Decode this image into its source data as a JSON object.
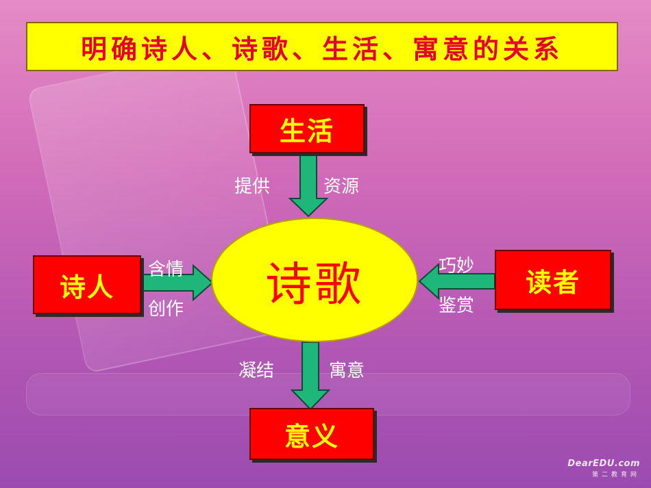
{
  "title": "明确诗人、诗歌、生活、寓意的关系",
  "nodes": {
    "life": "生活",
    "poet": "诗人",
    "poem": "诗歌",
    "reader": "读者",
    "meaning": "意义"
  },
  "edges": {
    "life_to_poem": {
      "left": "提供",
      "right": "资源"
    },
    "poet_to_poem": {
      "top": "含情",
      "bottom": "创作"
    },
    "reader_to_poem": {
      "top": "巧妙",
      "bottom": "鉴赏"
    },
    "poem_to_meaning": {
      "left": "凝结",
      "right": "寓意"
    }
  },
  "watermark": {
    "line1": "DearEDU.com",
    "line2": "第二教育网"
  },
  "colors": {
    "title_bg": "#ffff00",
    "title_text": "#e4002b",
    "node_bg": "#ff0000",
    "node_text": "#ffff00",
    "ellipse_bg": "#ffff00",
    "ellipse_text": "#ff0000",
    "arrow_fill": "#1fb67a",
    "arrow_stroke": "#0b4a36",
    "label_text": "#ffffff"
  }
}
